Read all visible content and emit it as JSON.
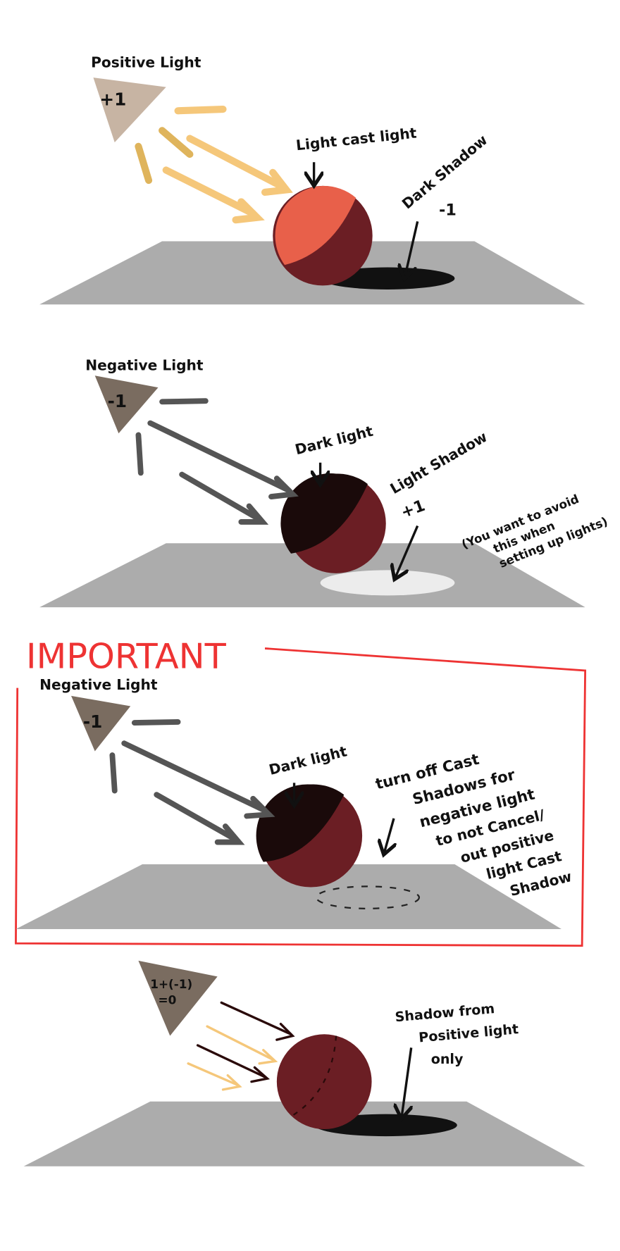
{
  "colors": {
    "floor": "#acacac",
    "sphere_dark": "#6b1e24",
    "sphere_lit": "#e8604a",
    "shadow": "#111111",
    "light_shadow": "#ececec",
    "important": "#ee3333",
    "pos_light": "#c7b4a3",
    "neg_light": "#7a6c60",
    "warm_arrow": "#f5c77a",
    "dark_arrow": "#555555"
  },
  "panel1": {
    "light_label": "Positive Light",
    "light_value": "+1",
    "lit_label": "Light cast light",
    "shadow_label": "Dark Shadow",
    "shadow_value": "-1"
  },
  "panel2": {
    "light_label": "Negative Light",
    "light_value": "-1",
    "lit_label": "Dark light",
    "shadow_label": "Light Shadow",
    "shadow_value": "+1",
    "note_lines": [
      "(You want to avoid",
      "this when",
      "setting up lights)"
    ]
  },
  "panel3": {
    "heading": "IMPORTANT",
    "light_label": "Negative Light",
    "light_value": "-1",
    "lit_label": "Dark light",
    "note_lines": [
      "turn off Cast",
      "Shadows for",
      "negative light",
      "to not Cancel/",
      "out positive",
      "light Cast",
      "Shadow"
    ]
  },
  "panel4": {
    "light_value_lines": [
      "1+(-1)",
      "=0"
    ],
    "shadow_lines": [
      "Shadow from",
      "Positive light",
      "only"
    ]
  }
}
